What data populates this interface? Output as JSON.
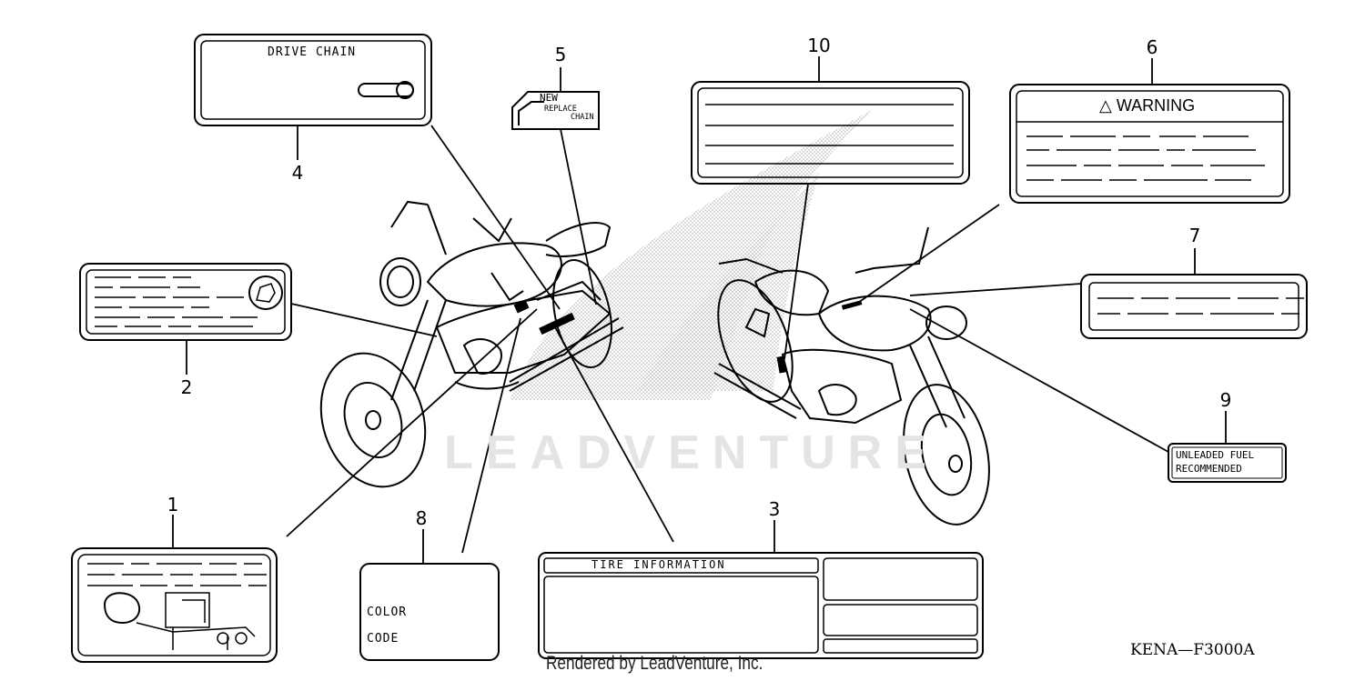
{
  "watermark": "LEADVENTURE",
  "credit": "Rendered by LeadVenture, Inc.",
  "diagram_code": "KENA—F3000A",
  "callouts": [
    "1",
    "2",
    "3",
    "4",
    "5",
    "6",
    "7",
    "8",
    "9",
    "10"
  ],
  "labels": {
    "drive_chain": "DRIVE CHAIN",
    "replace_chain_new": "NEW",
    "replace_chain_line1": "REPLACE",
    "replace_chain_line2": "CHAIN",
    "warning": "△ WARNING",
    "unleaded_line1": "UNLEADED FUEL",
    "unleaded_line2": "RECOMMENDED",
    "tire_information": "TIRE  INFORMATION",
    "color": "COLOR",
    "code": "CODE"
  }
}
